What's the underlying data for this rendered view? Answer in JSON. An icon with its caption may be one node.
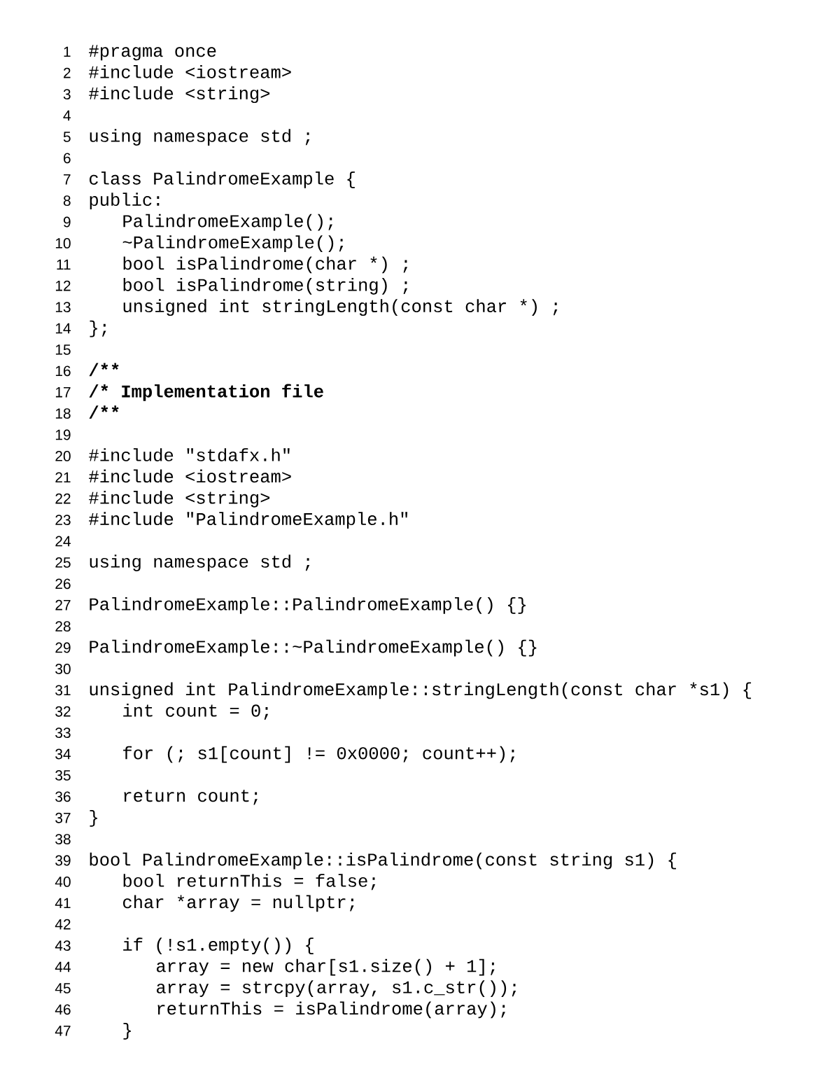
{
  "diagram": {
    "labels": [
      "1",
      "#pragma once",
      "2",
      "#include <iostream>",
      "3",
      "#include <string>",
      "4",
      "5",
      "using namespace std ;",
      "6",
      "7",
      "class PalindromeExample {",
      "8",
      "public:",
      "9",
      "PalindromeExample();",
      "10",
      "~PalindromeExample();",
      "11",
      "bool isPalindrome(char *) ;",
      "12",
      "bool isPalindrome(string) ;",
      "13",
      "unsigned int stringLength(const char *) ;",
      "14",
      "};",
      "15",
      "16",
      "/**",
      "17",
      "/*  Implementation file",
      "18",
      "/**",
      "19",
      "20",
      "#include \"stdafx.h\"",
      "21",
      "#include <iostream>",
      "22",
      "#include <string>",
      "23",
      "#include \"PalindromeExample.h\"",
      "24",
      "25",
      "using namespace std ;",
      "26",
      "27",
      "PalindromeExample::PalindromeExample() {}",
      "28",
      "29",
      "PalindromeExample::~PalindromeExample() {}",
      "30",
      "31",
      "unsigned int PalindromeExample::stringLength(const char *s1) {",
      "32",
      "int count = 0;",
      "33",
      "34",
      "for (; s1[count] != 0x0000; count++);",
      "35",
      "36",
      "return count;",
      "37",
      "}",
      "38",
      "39",
      "bool PalindromeExample::isPalindrome(const string s1) {",
      "40",
      "bool returnThis = false;",
      "41",
      "char *array = nullptr;",
      "42",
      "43",
      "if (!s1.empty()) {",
      "44",
      "array = new char[s1.size() + 1];",
      "45",
      "array = strcpy(array, s1.c_str());",
      "46",
      "returnThis = isPalindrome(array);",
      "47",
      "}"
    ]
  }
}
